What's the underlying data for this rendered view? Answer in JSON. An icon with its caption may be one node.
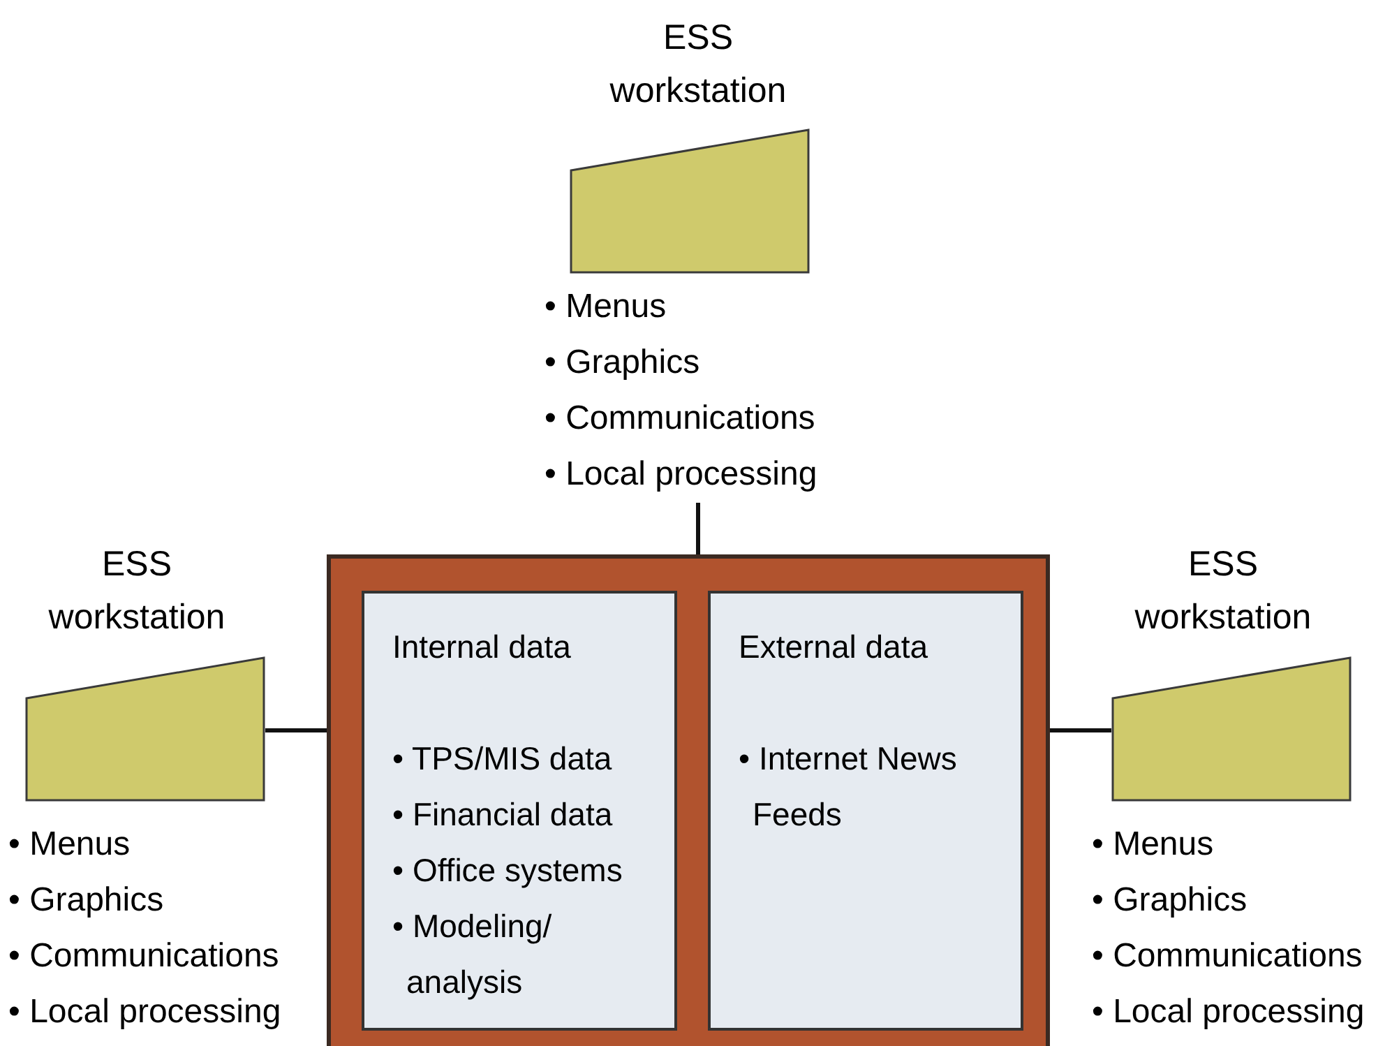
{
  "diagram": {
    "nodes": [
      {
        "text": [
          "ESS workstation"
        ],
        "beside": [
          "• Menus",
          "• Graphics",
          "• Communications",
          "• Local processing"
        ]
      },
      {
        "text": [
          "ESS workstation"
        ],
        "beside": [
          "• Menus",
          "• Graphics",
          "• Communications",
          "• Local processing"
        ]
      },
      {
        "text": [
          "ESS workstation"
        ],
        "beside": [
          "• Menus",
          "• Graphics",
          "• Communications",
          "• Local processing"
        ]
      },
      {
        "text": [],
        "shape": "box"
      },
      {
        "text": [
          "Internal data",
          "• TPS/MIS data",
          "• Financial data",
          "• Office systems",
          "• Modeling/ analysis"
        ],
        "in": 3
      },
      {
        "text": [
          "External data",
          "• Internet News Feeds"
        ],
        "in": 3
      }
    ],
    "edges": [
      {
        "from": 0,
        "to": 3,
        "arrow": "none"
      },
      {
        "from": 1,
        "to": 3,
        "arrow": "none"
      },
      {
        "from": 2,
        "to": 3,
        "arrow": "none"
      }
    ]
  }
}
